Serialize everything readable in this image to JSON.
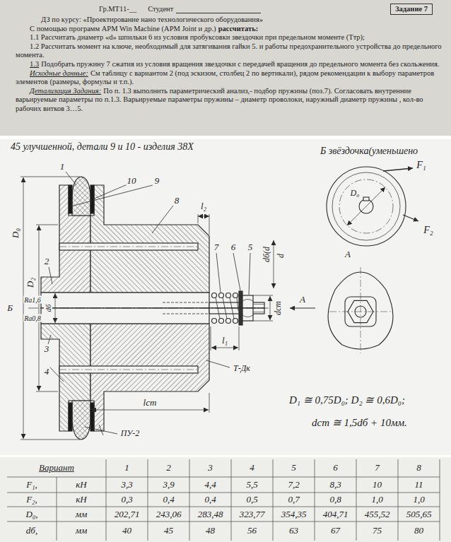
{
  "diagram": {
    "title": "ДЗ по курсу: «Проектирование нано технологического оборудования»",
    "nodes": [
      {
        "text": [
          "Задание 7"
        ]
      }
    ],
    "labels": [
      "Гр.МТ11-__",
      "Студент",
      "С помощью программ APM Win Machine (APM Joint и др.)",
      "рассчитать:",
      "1.1 Рассчитать диаметр «d» шпильки 6 из условия пробуксовки звездочки при предельном моменте (Ттр);",
      "1.2 Рассчитать момент на ключе, необходимый для затягивания гайки 5. и работы предохранительного устройства до предельного момента.",
      "1.3",
      "Подобрать пружину 7 сжатия из условия вращения звездочки с передачей вращения до предельного момента без скольжения.",
      "Исходные данные:",
      "См таблицу с вариантом 2 (под эскизом, столбец 2 по вертикали), рядом рекомендации к выбору параметров элементов (размеры, формулы и т.п.).",
      "Детализация Задания:",
      "По п. 1.3 выполнить параметрический анализ,- подбор пружины (поз.7). Согласовать внутренние варьируемые параметры по п.1.3. Варьируемые параметры пружины – диаметр проволоки, наружный диаметр пружины , кол-во рабочих витков 3…5.",
      "45 улучшенной, детали 9 и 10 - изделия 38Х",
      "Б звёздочка(уменьшено",
      "1",
      "10",
      "9",
      "8",
      "l₂",
      "7",
      "6",
      "5",
      "dб(d",
      "d",
      "2",
      "D₂",
      "D₀",
      "dб",
      "Ra1,6",
      "Ra0,8",
      "Б",
      "3",
      "4",
      "dст",
      "A",
      "l₁",
      "Т-Дк",
      "lст",
      "ПУ-2",
      "F₁",
      "F₂",
      "D₀",
      "A",
      "D₁ ≅ 0,75D₀; D₂ ≅ 0,6D₀;",
      "dст ≅ 1,5dб + 10мм.",
      "Вариант",
      "1",
      "2",
      "3",
      "4",
      "5",
      "6",
      "7",
      "8",
      "F₁,",
      "кН",
      "3,3",
      "3,9",
      "4,4",
      "5,5",
      "7,2",
      "8,3",
      "10",
      "11",
      "F₂,",
      "кН",
      "0,3",
      "0,4",
      "0,4",
      "0,5",
      "0,7",
      "0,8",
      "1,0",
      "1,0",
      "D₀,",
      "мм",
      "202,71",
      "243,06",
      "283,48",
      "323,77",
      "354,35",
      "404,71",
      "455,52",
      "505,65",
      "dб,",
      "мм",
      "40",
      "45",
      "48",
      "56",
      "63",
      "67",
      "75",
      "80"
    ]
  }
}
